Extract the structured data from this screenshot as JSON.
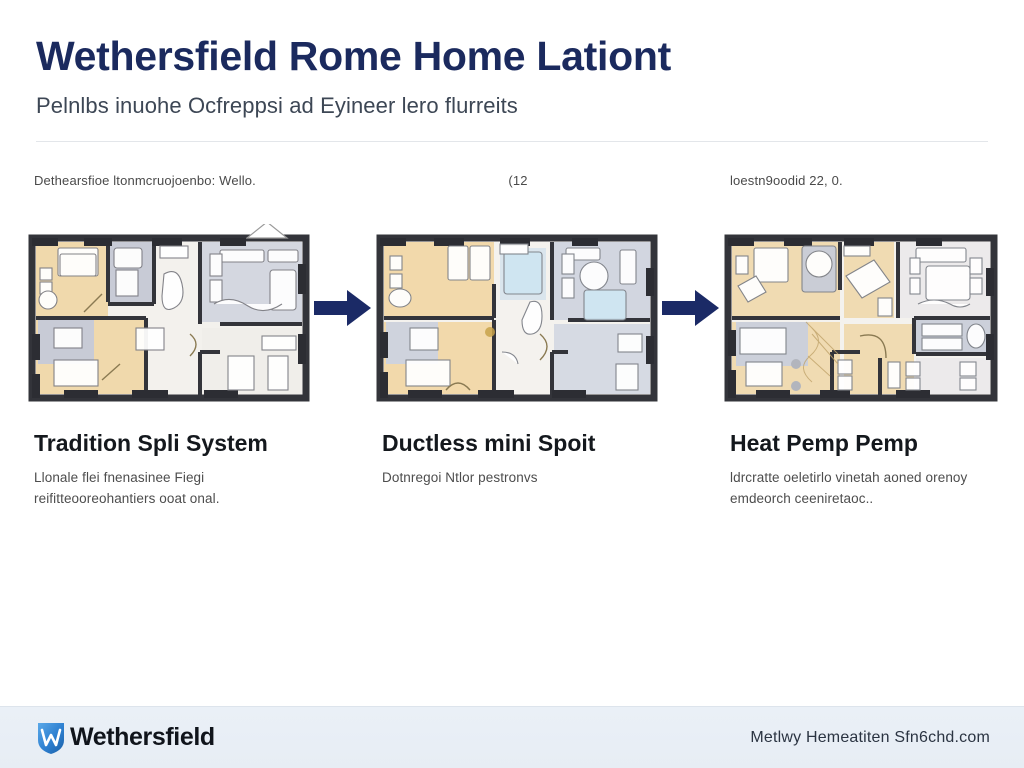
{
  "header": {
    "title": "Wethersfield Rome Home Lationt",
    "subtitle": "Pelnlbs inuohe Ocfreppsi ad Eyineer lero flurreits"
  },
  "main": {
    "panels": [
      {
        "note": "Dethearsfioe ltonmcruojoenbo: Wello.",
        "caption_title": "Tradition Spli System",
        "caption_body": "Llonale flei fnenasinee Fiegi reifitteooreohantiers ooat onal.",
        "plan": {
          "warm_fill": "#f0d9ac",
          "cool_fill": "#c8cbd6",
          "neutral_fill": "#f3f1ed",
          "wall_color": "#33343a"
        }
      },
      {
        "note": "(12",
        "caption_title": "Ductless mini Spoit",
        "caption_body": "Dotnregoi Ntlor pestronvs",
        "plan": {
          "warm_fill": "#f2d9ab",
          "cool_fill": "#cfd3dd",
          "neutral_fill": "#f4f2ee",
          "wall_color": "#33343a"
        }
      },
      {
        "note": "loestn9oodid 22, 0.",
        "caption_title": "Heat Pemp Pemp",
        "caption_body": "ldrcratte oeletirlo vinetah aoned orenoy emdeorch ceeniretaoc..",
        "plan": {
          "warm_fill": "#f0dbb2",
          "cool_fill": "#ccd0da",
          "neutral_fill": "#f4f2ee",
          "wall_color": "#33343a"
        }
      }
    ],
    "arrow_color": "#1b2a66",
    "arrow_label": "flow-arrow"
  },
  "footer": {
    "brand_name": "Wethersfield",
    "brand_mark_color": "#2d7fd0",
    "url": "Metlwy Hemeatiten Sfn6chd.com"
  },
  "colors": {
    "title_navy": "#1b2a5e",
    "accent_blue": "#2d7fd0",
    "arrow_navy": "#1b2a66",
    "footer_bg": "#e9eff6",
    "rule": "#e3e6ea"
  }
}
